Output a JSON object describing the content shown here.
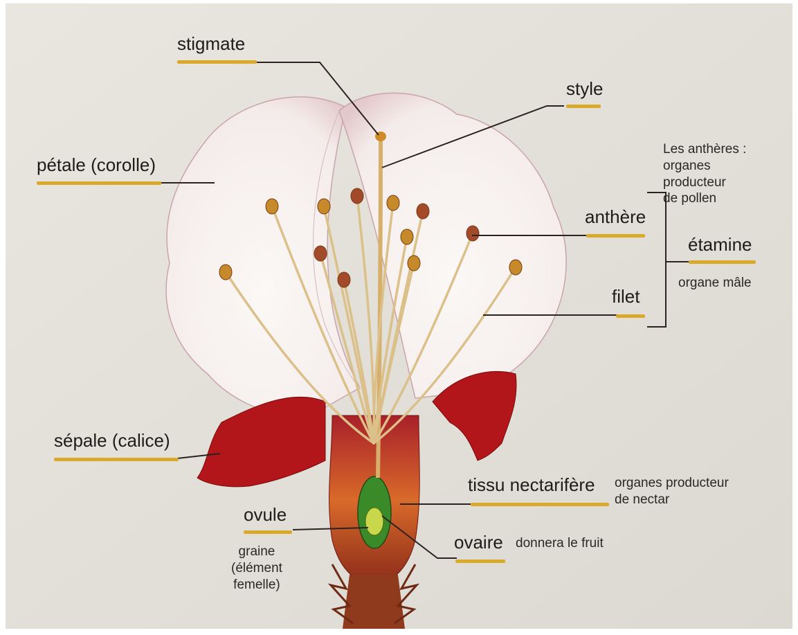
{
  "labels": {
    "stigmate": "stigmate",
    "style": "style",
    "petale": "pétale (corolle)",
    "anthere": "anthère",
    "etamine": "étamine",
    "filet": "filet",
    "sepale": "sépale (calice)",
    "tissu_nectarifere": "tissu nectarifère",
    "ovule": "ovule",
    "ovaire": "ovaire"
  },
  "notes": {
    "antheres": [
      "Les anthères :",
      "organes",
      "producteur",
      "de pollen"
    ],
    "organe_male": "organe mâle",
    "nectar": [
      "organes producteur",
      "de nectar"
    ],
    "fruit": "donnera le fruit",
    "graine": [
      "graine",
      "(élément",
      "femelle)"
    ]
  },
  "colors": {
    "underline": "#d9a92b",
    "petal": "#f7f1ef",
    "petal_edge": "#c9a4aa",
    "sepal": "#b3161a",
    "pistil": "#d6b06a",
    "anther": "#c78a2a",
    "ovary": "#3b8a2a"
  }
}
